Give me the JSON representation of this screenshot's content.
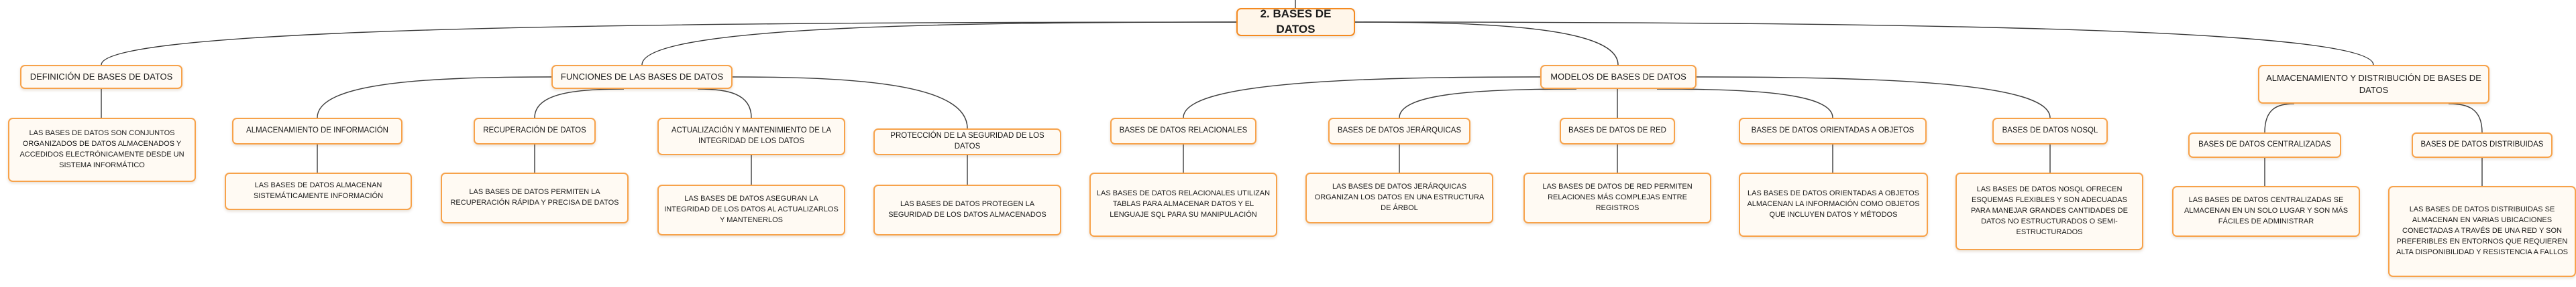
{
  "root": {
    "label": "2. BASES DE DATOS"
  },
  "branches": {
    "definicion": {
      "label": "DEFINICIÓN DE BASES DE DATOS",
      "description": "LAS BASES DE DATOS SON CONJUNTOS ORGANIZADOS DE DATOS ALMACENADOS Y ACCEDIDOS ELECTRÓNICAMENTE DESDE UN SISTEMA INFORMÁTICO"
    },
    "funciones": {
      "label": "FUNCIONES DE LAS BASES DE DATOS",
      "children": [
        {
          "label": "ALMACENAMIENTO DE INFORMACIÓN",
          "description": "LAS BASES DE DATOS ALMACENAN SISTEMÁTICAMENTE INFORMACIÓN"
        },
        {
          "label": "RECUPERACIÓN DE DATOS",
          "description": "LAS BASES DE DATOS PERMITEN LA RECUPERACIÓN RÁPIDA Y PRECISA DE DATOS"
        },
        {
          "label": "ACTUALIZACIÓN Y MANTENIMIENTO DE LA INTEGRIDAD DE LOS DATOS",
          "description": "LAS BASES DE DATOS ASEGURAN LA INTEGRIDAD DE LOS DATOS AL ACTUALIZARLOS Y MANTENERLOS"
        },
        {
          "label": "PROTECCIÓN DE LA SEGURIDAD DE LOS DATOS",
          "description": "LAS BASES DE DATOS PROTEGEN LA SEGURIDAD DE LOS DATOS ALMACENADOS"
        }
      ]
    },
    "modelos": {
      "label": "MODELOS DE BASES DE DATOS",
      "children": [
        {
          "label": "BASES DE DATOS RELACIONALES",
          "description": "LAS BASES DE DATOS RELACIONALES UTILIZAN TABLAS PARA ALMACENAR DATOS Y EL LENGUAJE SQL PARA SU MANIPULACIÓN"
        },
        {
          "label": "BASES DE DATOS JERÁRQUICAS",
          "description": "LAS BASES DE DATOS JERÁRQUICAS ORGANIZAN LOS DATOS EN UNA ESTRUCTURA DE ÁRBOL"
        },
        {
          "label": "BASES DE DATOS DE RED",
          "description": "LAS BASES DE DATOS DE RED PERMITEN RELACIONES MÁS COMPLEJAS ENTRE REGISTROS"
        },
        {
          "label": "BASES DE DATOS ORIENTADAS A OBJETOS",
          "description": "LAS BASES DE DATOS ORIENTADAS A OBJETOS ALMACENAN LA INFORMACIÓN COMO OBJETOS QUE INCLUYEN DATOS Y MÉTODOS"
        },
        {
          "label": "BASES DE DATOS NOSQL",
          "description": "LAS BASES DE DATOS NOSQL OFRECEN ESQUEMAS FLEXIBLES Y SON ADECUADAS PARA MANEJAR GRANDES CANTIDADES DE DATOS NO ESTRUCTURADOS O SEMI-ESTRUCTURADOS"
        }
      ]
    },
    "almacenamiento": {
      "label": "ALMACENAMIENTO Y DISTRIBUCIÓN DE BASES DE DATOS",
      "children": [
        {
          "label": "BASES DE DATOS CENTRALIZADAS",
          "description": "LAS BASES DE DATOS CENTRALIZADAS SE ALMACENAN EN UN SOLO LUGAR Y SON MÁS FÁCILES DE ADMINISTRAR"
        },
        {
          "label": "BASES DE DATOS DISTRIBUIDAS",
          "description": "LAS BASES DE DATOS DISTRIBUIDAS SE ALMACENAN EN VARIAS UBICACIONES CONECTADAS A TRAVÉS DE UNA RED Y SON PREFERIBLES EN ENTORNOS QUE REQUIEREN ALTA DISPONIBILIDAD Y RESISTENCIA A FALLOS"
        }
      ]
    }
  },
  "colors": {
    "border": "#f7a24a",
    "root_border": "#f48a21",
    "fill": "#fffaf3",
    "edge": "#3a3a3a"
  }
}
